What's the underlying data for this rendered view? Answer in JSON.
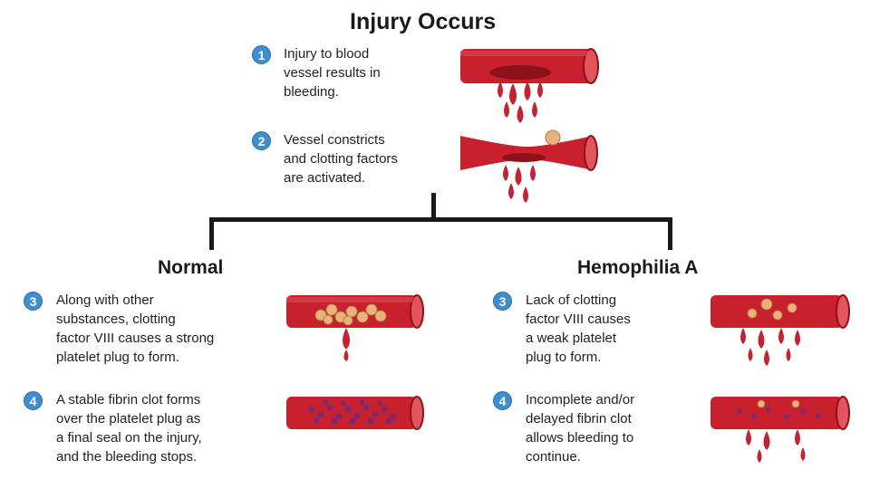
{
  "title": "Injury Occurs",
  "steps_top": [
    {
      "num": "1",
      "text": "Injury to blood\nvessel results in\nbleeding."
    },
    {
      "num": "2",
      "text": "Vessel constricts\nand clotting factors\nare activated."
    }
  ],
  "branches": {
    "normal": {
      "heading": "Normal",
      "steps": [
        {
          "num": "3",
          "text": "Along with other\nsubstances, clotting\nfactor VIII causes a strong\nplatelet plug to form."
        },
        {
          "num": "4",
          "text": "A stable fibrin clot forms\nover the platelet plug as\na final seal on the injury,\nand the bleeding stops."
        }
      ]
    },
    "hemophilia": {
      "heading": "Hemophilia A",
      "steps": [
        {
          "num": "3",
          "text": "Lack of clotting\nfactor VIII causes\na weak platelet\nplug to form."
        },
        {
          "num": "4",
          "text": "Incomplete and/or\ndelayed fibrin clot\nallows bleeding to\ncontinue."
        }
      ]
    }
  },
  "colors": {
    "vessel": "#c8202d",
    "vessel_dark": "#8e1119",
    "vessel_inner": "#e2555d",
    "platelet": "#e8b27a",
    "fibrin": "#7a2a72",
    "badge": "#3d8fd0",
    "connector": "#1a1a1a"
  }
}
